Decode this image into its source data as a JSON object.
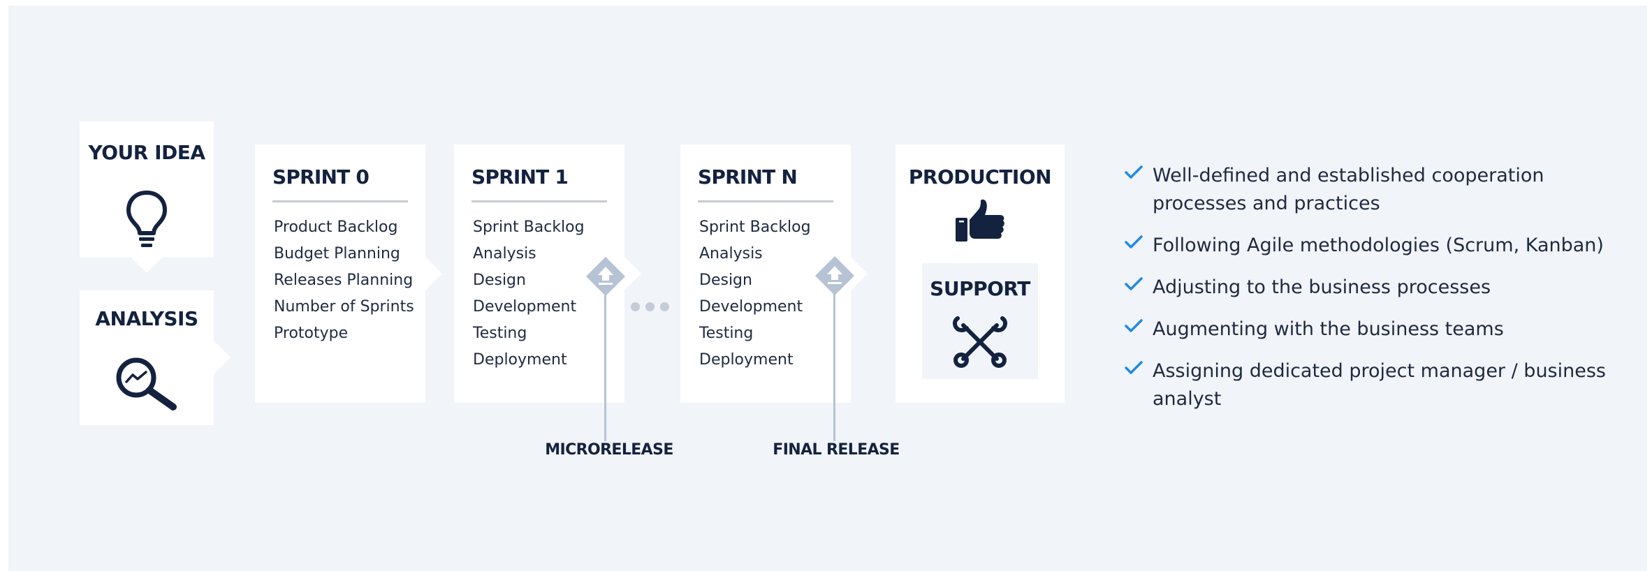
{
  "idea": {
    "title": "YOUR IDEA",
    "icon": "lightbulb-icon"
  },
  "analysis": {
    "title": "ANALYSIS",
    "icon": "magnifier-chart-icon"
  },
  "sprints": [
    {
      "title": "SPRINT 0",
      "items": [
        "Product Backlog",
        "Budget Planning",
        "Releases Planning",
        "Number of Sprints",
        "Prototype"
      ]
    },
    {
      "title": "SPRINT 1",
      "items": [
        "Sprint Backlog",
        "Analysis",
        "Design",
        "Development",
        "Testing",
        "Deployment"
      ]
    },
    {
      "title": "SPRINT N",
      "items": [
        "Sprint Backlog",
        "Analysis",
        "Design",
        "Development",
        "Testing",
        "Deployment"
      ]
    }
  ],
  "production": {
    "title": "PRODUCTION",
    "icon": "thumbs-up-icon"
  },
  "support": {
    "title": "SUPPORT",
    "icon": "crossed-wrenches-icon"
  },
  "releases": {
    "micro": "MICRORELEASE",
    "final": "FINAL RELEASE",
    "icon": "upload-arrow-icon"
  },
  "benefits": [
    "Well-defined and established cooperation processes and practices",
    "Following Agile methodologies (Scrum, Kanban)",
    "Adjusting to the business processes",
    "Augmenting with the business teams",
    "Assigning dedicated project manager / business analyst"
  ],
  "colors": {
    "accent": "#1f8ae6",
    "navy": "#13223f",
    "background": "#f1f4f9",
    "marker": "#b5c3d4"
  }
}
